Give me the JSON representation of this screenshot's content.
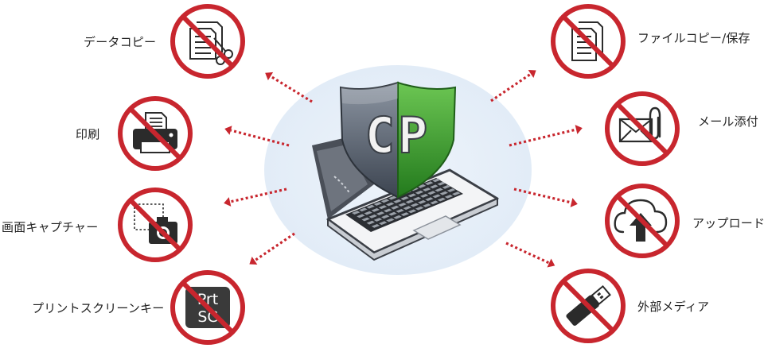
{
  "colors": {
    "prohibit_red": "#c8262e",
    "arrow_red": "#c8262e",
    "halo": "#e7eff8",
    "shield_gray": "#5d6673",
    "shield_green": "#3aa12e",
    "icon_dark": "#2b2b2b"
  },
  "center": {
    "logo_text": "CP",
    "icon": "laptop-with-shield-icon"
  },
  "blocked_actions": [
    {
      "label": "データコピー",
      "icon": "document-copy-scissors-icon",
      "side": "left"
    },
    {
      "label": "印刷",
      "icon": "printer-icon",
      "side": "left"
    },
    {
      "label": "画面キャプチャー",
      "icon": "camera-screenshot-icon",
      "side": "left"
    },
    {
      "label": "プリントスクリーンキー",
      "icon": "prtsc-key-icon",
      "side": "left",
      "key_text": [
        "Prt",
        "SC"
      ]
    },
    {
      "label": "ファイルコピー/保存",
      "icon": "file-copy-icon",
      "side": "right"
    },
    {
      "label": "メール添付",
      "icon": "mail-attachment-icon",
      "side": "right"
    },
    {
      "label": "アップロード",
      "icon": "cloud-upload-icon",
      "side": "right"
    },
    {
      "label": "外部メディア",
      "icon": "usb-drive-icon",
      "side": "right"
    }
  ]
}
